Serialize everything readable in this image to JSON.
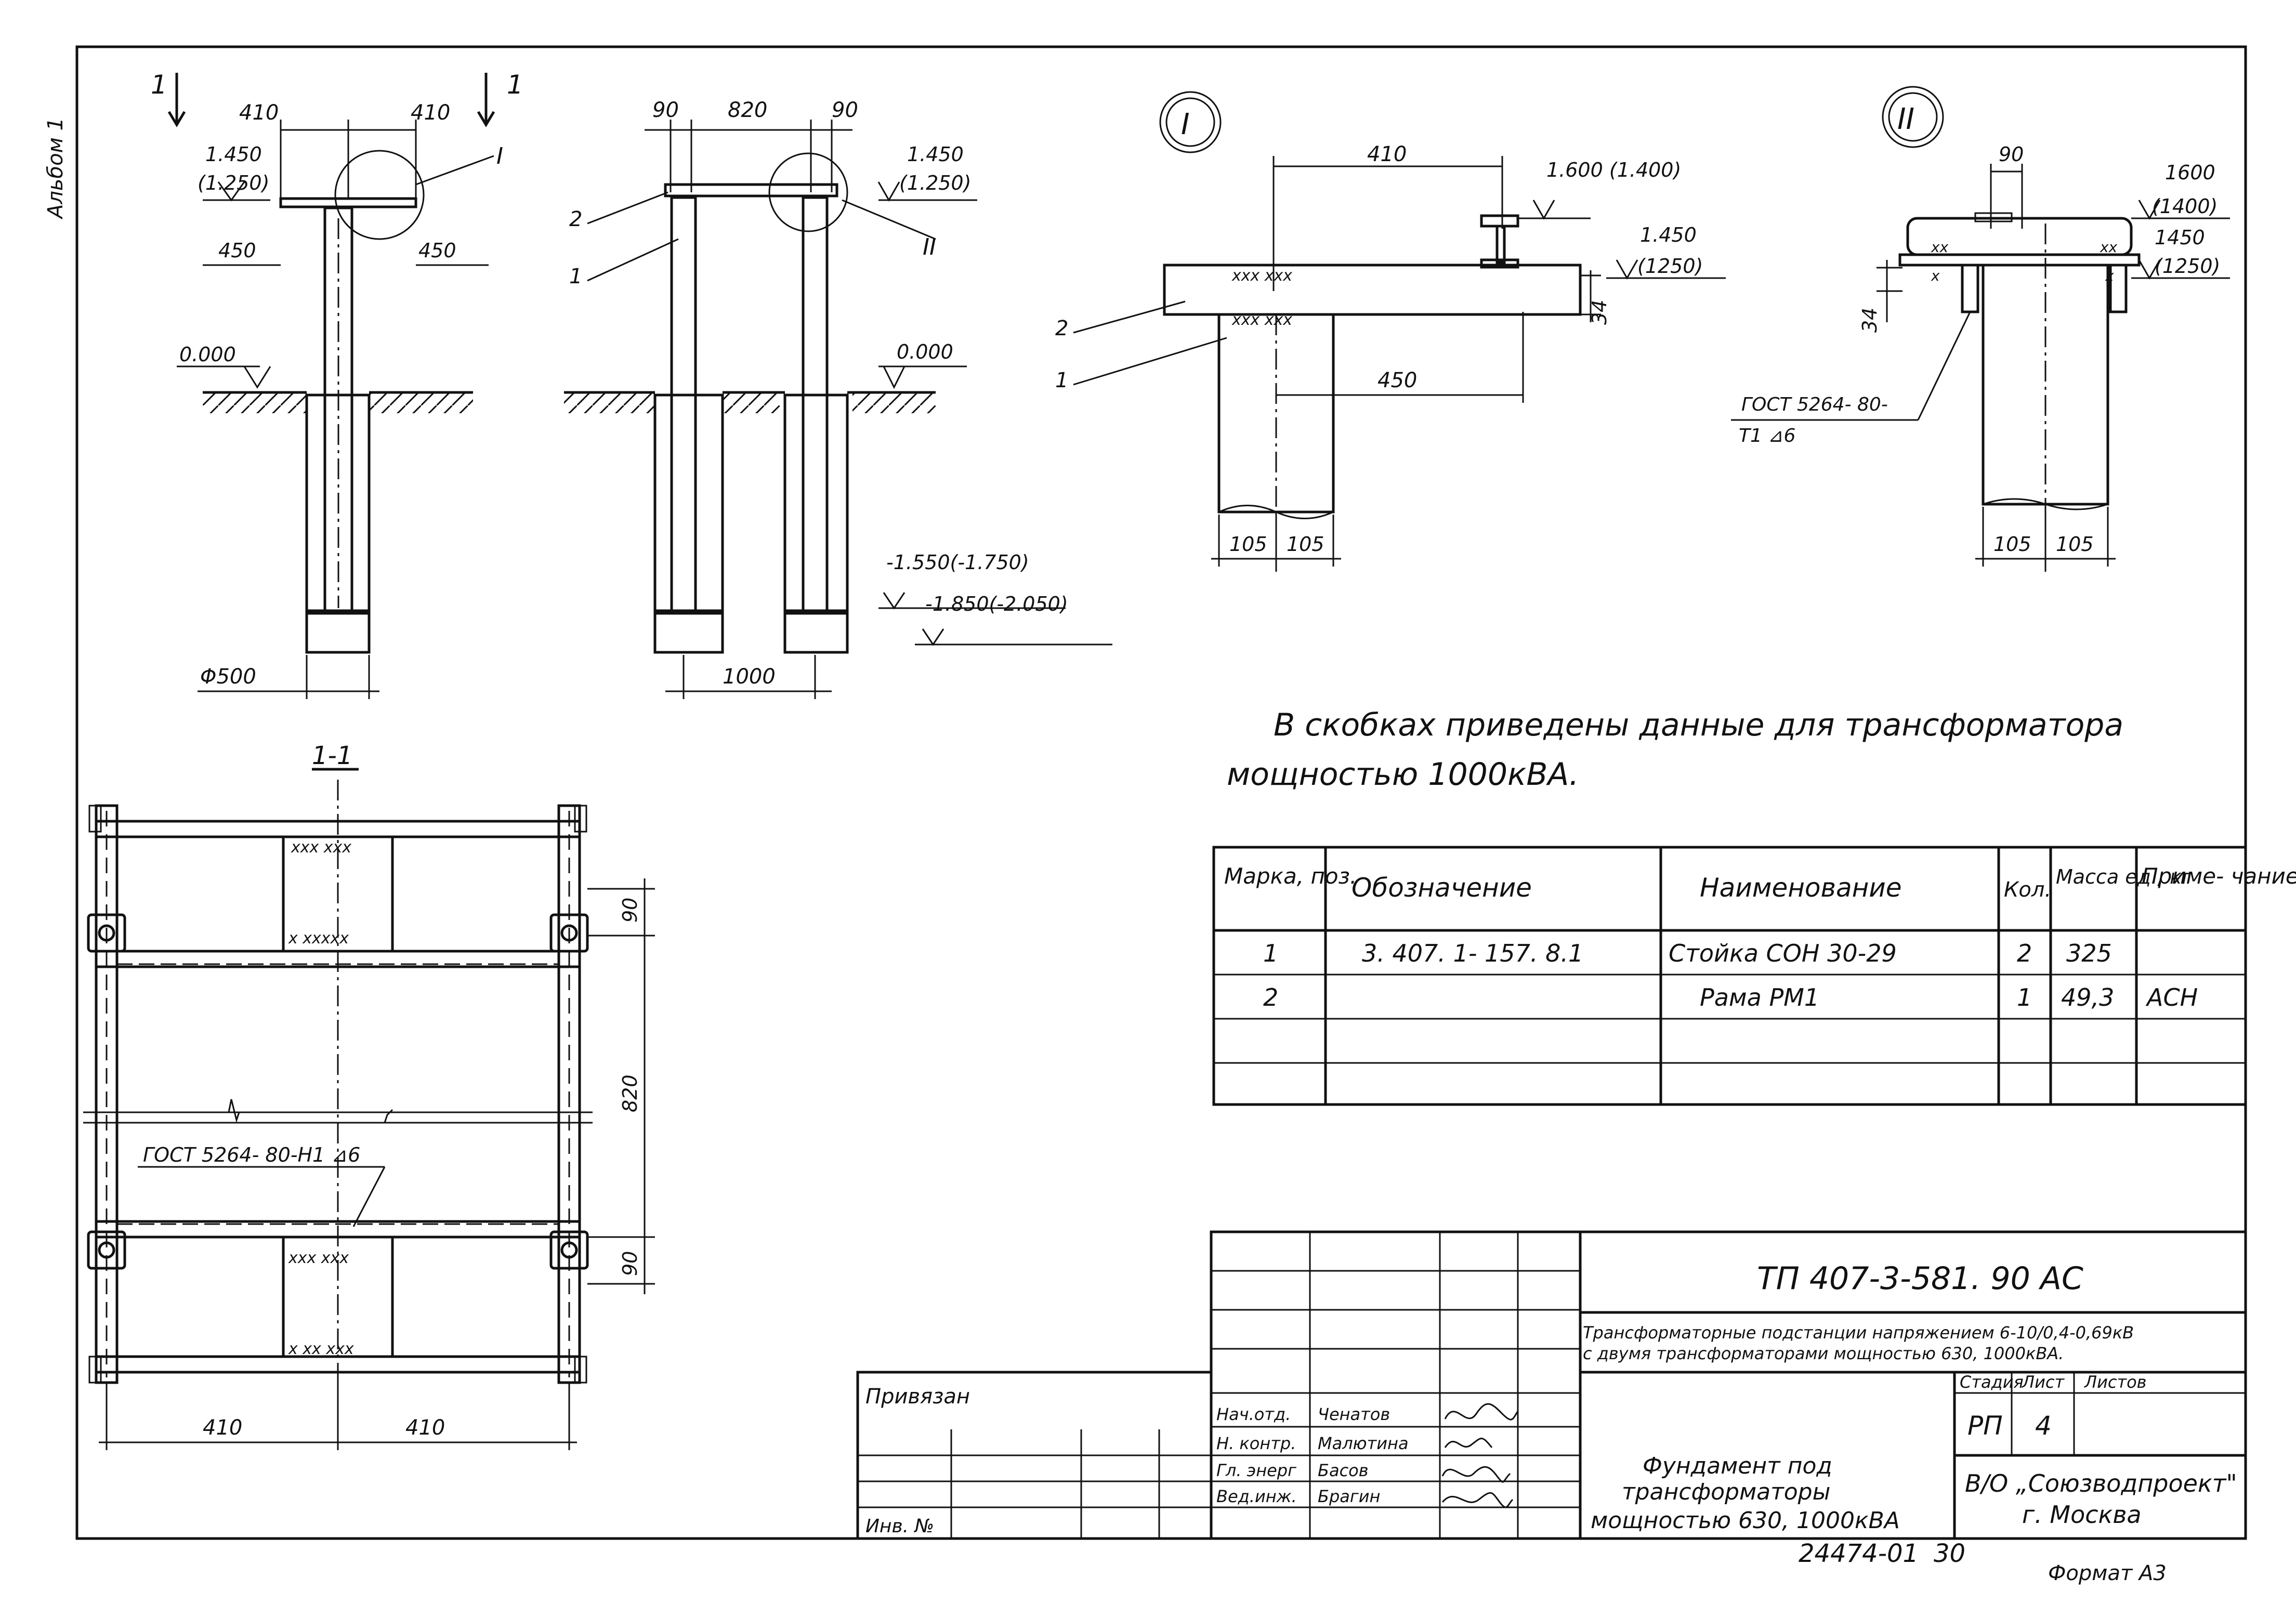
{
  "album_label": "Альбом 1",
  "view_left": {
    "section_mark_left": "1",
    "section_mark_right": "1",
    "dim_left": "410",
    "dim_right": "410",
    "level_top": "1.450",
    "level_top_alt": "(1.250)",
    "node_mark": "I",
    "dim_450_left": "450",
    "dim_450_right": "450",
    "ground_level": "0.000",
    "diameter": "Φ500"
  },
  "view_mid": {
    "dim_90_left": "90",
    "dim_820": "820",
    "dim_90_right": "90",
    "level_top": "1.450",
    "level_top_alt": "(1.250)",
    "pos_2": "2",
    "pos_1": "1",
    "node_mark": "II",
    "ground_level": "0.000",
    "level_low1": "-1.550(-1.750)",
    "level_low2": "-1.850(-2.050)",
    "dim_1000": "1000"
  },
  "node1": {
    "mark": "I",
    "dim_410": "410",
    "level_a": "1.600 (1.400)",
    "level_b": "1.450",
    "level_b_alt": "(1250)",
    "dim_34": "34",
    "dim_450": "450",
    "pos_2": "2",
    "pos_1": "1",
    "dim_105_a": "105",
    "dim_105_b": "105"
  },
  "node2": {
    "mark": "II",
    "dim_90": "90",
    "level_a": "1600",
    "level_a_alt": "(1400)",
    "level_b": "1450",
    "level_b_alt": "(1250)",
    "dim_34": "34",
    "weld_std": "ГОСТ 5264- 80-",
    "weld_type": "Т1 ⊿6",
    "dim_105_a": "105",
    "dim_105_b": "105"
  },
  "note": {
    "line1": "В скобках приведены данные для трансформатора",
    "line2": "мощностью 1000кВА."
  },
  "plan": {
    "title": "1-1",
    "dim_90_top": "90",
    "dim_820": "820",
    "dim_90_bottom": "90",
    "weld": "ГОСТ 5264- 80-Н1 ⊿6",
    "dim_410_left": "410",
    "dim_410_right": "410",
    "xx_top": "xxx xxx",
    "xx_top2": "x xxxxx",
    "xx_bot": "xxx xxx",
    "xx_bot2": "x xx xxx"
  },
  "spec": {
    "headers": [
      "Марка, поз.",
      "Обозначение",
      "Наименование",
      "Кол.",
      "Масса ед., кг",
      "Приме- чание"
    ],
    "rows": [
      [
        "1",
        "3. 407. 1- 157. 8.1",
        "Стойка СОН 30-29",
        "2",
        "325",
        ""
      ],
      [
        "2",
        "",
        "Рама РМ1",
        "1",
        "49,3",
        "АСН"
      ],
      [
        "",
        "",
        "",
        "",
        "",
        ""
      ],
      [
        "",
        "",
        "",
        "",
        "",
        ""
      ]
    ]
  },
  "title_block": {
    "code": "ТП 407-3-581. 90 АС",
    "project_line1": "Трансформаторные подстанции напряжением 6-10/0,4-0,69кВ",
    "project_line2": "с двумя трансформаторами мощностью 630, 1000кВА.",
    "stage_label": "Стадия",
    "sheet_label": "Лист",
    "sheets_label": "Листов",
    "stage": "РП",
    "sheet": "4",
    "sheets": "",
    "drawing_title1": "Фундамент под",
    "drawing_title2": "трансформаторы",
    "drawing_title3": "мощностью 630, 1000кВА",
    "org1": "В/О „Союзводпроект\"",
    "org2": "г. Москва",
    "tied": "Привязан",
    "inv": "Инв. №",
    "signers": [
      {
        "role": "Нач.отд.",
        "name": "Ченатов"
      },
      {
        "role": "Н. контр.",
        "name": "Малютина"
      },
      {
        "role": "Гл. энерг",
        "name": "Басов"
      },
      {
        "role": "Вед.инж.",
        "name": "Брагин"
      }
    ],
    "archive_no": "24474-01",
    "archive_page": "30",
    "format": "Формат А3"
  }
}
